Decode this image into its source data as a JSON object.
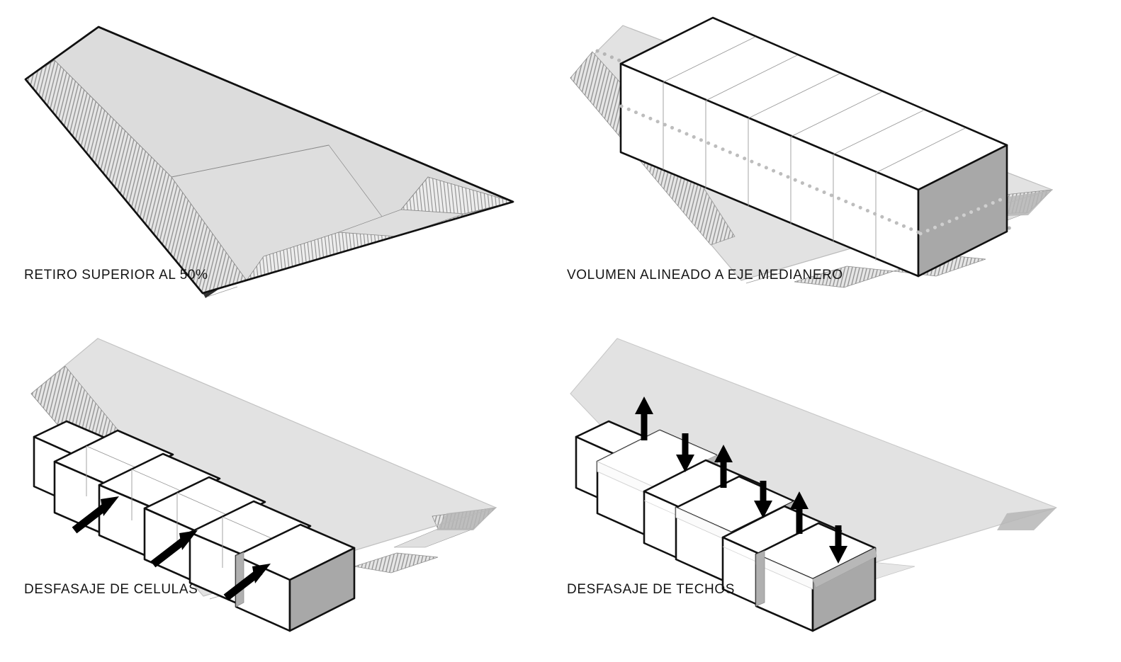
{
  "sheet": {
    "type": "architectural-massing-diagram-sheet",
    "language": "es",
    "background_color": "#ffffff",
    "panel_count": 4,
    "layout": "2x2 grid"
  },
  "palette": {
    "outline": "#111111",
    "plot_fill": "#dcdcdc",
    "plot_fill_light": "#e4e4e4",
    "plot_edge_thin": "#8a8a8a",
    "hatch_line": "#8d8d8d",
    "volume_fill": "#ffffff",
    "volume_seam": "#9a9a9a",
    "end_face_dark": "#a8a8a8",
    "reveal_gray": "#b0b0b0",
    "roof_shadow": "#b8b8b8",
    "shadow_ground": "#c0c0c0",
    "dotted_axis": "#b5b5b5",
    "arrow_black": "#000000",
    "caption_color": "#151515"
  },
  "panels": [
    {
      "id": "panel-1",
      "caption": "RETIRO SUPERIOR AL 50%",
      "description": "Empty elongated site plan shown in isometric with hatched setback bands along the long edge and both ends.",
      "has_volume": false,
      "has_arrows": false,
      "has_dotted_axis": false,
      "hatched_bands": 3
    },
    {
      "id": "panel-2",
      "caption": "VOLUMEN ALINEADO A EJE MEDIANERO",
      "description": "Single continuous bar volume aligned to the party-wall axis, divided into cells by thin seams; dotted line marks the medianero axis.",
      "has_volume": true,
      "has_arrows": false,
      "has_dotted_axis": true,
      "cell_count": 7
    },
    {
      "id": "panel-3",
      "caption": "DESFASAJE DE CELULAS",
      "description": "Bar volume broken into staggered cells shifted alternately in plan, with gray reveal slots between them; three diagonal arrows indicate the shifting direction.",
      "has_volume": true,
      "has_arrows": true,
      "arrow_count": 3,
      "arrow_direction": "diagonal-up-right",
      "cell_count": 6
    },
    {
      "id": "panel-4",
      "caption": "DESFASAJE DE TECHOS",
      "description": "Same staggered cells with roof planes offset vertically; paired up and down arrows show roofs raised and lowered alternately.",
      "has_volume": true,
      "has_arrows": true,
      "arrow_count": 6,
      "arrow_up_count": 3,
      "arrow_down_count": 3,
      "cell_count": 6
    }
  ],
  "icons": {
    "arrow_diagonal": "arrow-diagonal-up-right-icon",
    "arrow_up": "arrow-up-icon",
    "arrow_down": "arrow-down-icon"
  }
}
